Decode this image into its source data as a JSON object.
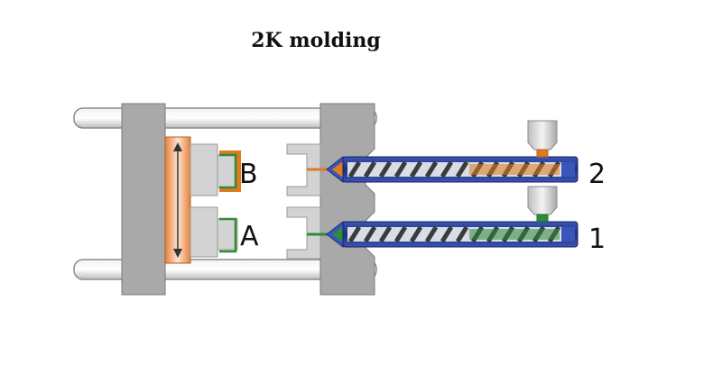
{
  "title": "2K molding",
  "labels": {
    "cavity_top": "B",
    "cavity_bottom": "A",
    "unit_top": "2",
    "unit_bottom": "1"
  },
  "colors": {
    "background": "#ffffff",
    "platen": "#a9a9a9",
    "platen_edge": "#7a7a7a",
    "tie_bar": "#d6d6d6",
    "barrel": "#1e2f7a",
    "barrel_highlight": "#3a55b8",
    "screw_flight": "#3b3b3b",
    "material_component_b": "#e07a1f",
    "material_component_a": "#2e8b3a",
    "rotary_plate": "#e8823a",
    "arrow": "#333333"
  }
}
